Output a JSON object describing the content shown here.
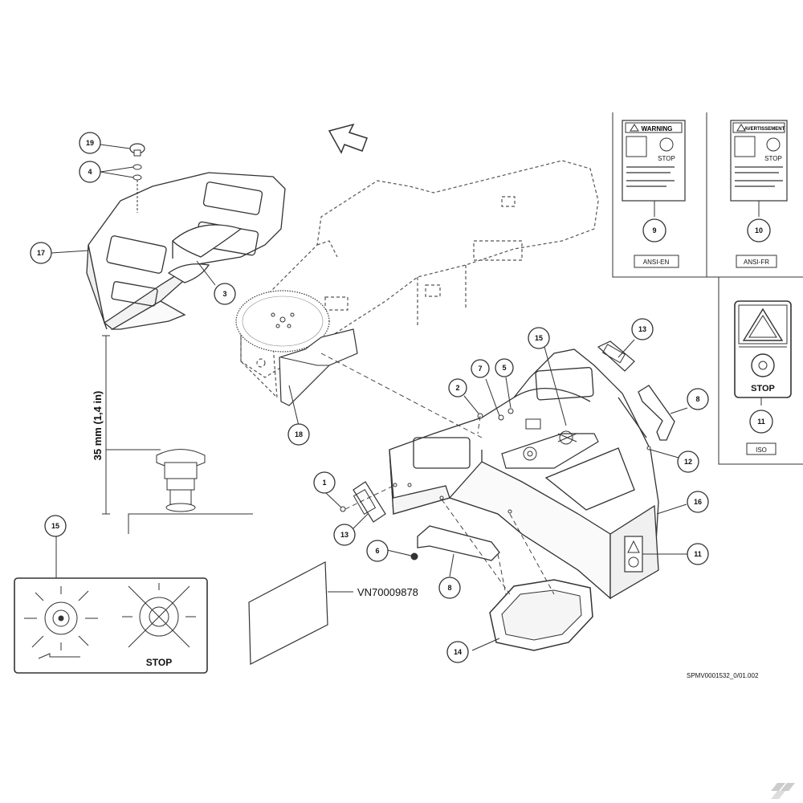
{
  "callouts": [
    {
      "label": "19"
    },
    {
      "label": "4"
    },
    {
      "label": "17"
    },
    {
      "label": "3"
    },
    {
      "label": "18"
    },
    {
      "label": "2"
    },
    {
      "label": "7"
    },
    {
      "label": "5"
    },
    {
      "label": "15"
    },
    {
      "label": "13"
    },
    {
      "label": "8"
    },
    {
      "label": "12"
    },
    {
      "label": "1"
    },
    {
      "label": "13"
    },
    {
      "label": "16"
    },
    {
      "label": "6"
    },
    {
      "label": "11"
    },
    {
      "label": "8"
    },
    {
      "label": "14"
    },
    {
      "label": "15"
    },
    {
      "label": "9"
    },
    {
      "label": "10"
    },
    {
      "label": "11"
    }
  ],
  "dimension": {
    "label": "35 mm (1,4 in)"
  },
  "part_number": "VN70009878",
  "drawing_id": "SPMV0001532_0/01.002",
  "decals": {
    "ansi_en": {
      "standard": "ANSI-EN",
      "title": "WARNING",
      "stop": "STOP"
    },
    "ansi_fr": {
      "standard": "ANSI-FR",
      "title": "AVERTISSEMENT",
      "stop": "STOP"
    },
    "iso": {
      "standard": "ISO",
      "stop": "STOP"
    }
  },
  "rotation_decal": {
    "stop": "STOP"
  }
}
